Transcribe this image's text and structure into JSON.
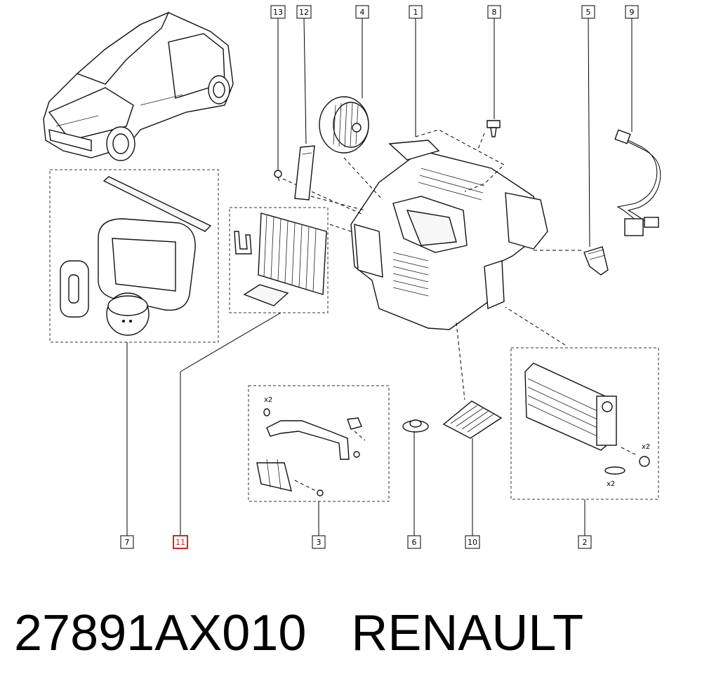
{
  "footer": {
    "part_number": "27891AX010",
    "brand": "RENAULT"
  },
  "callouts": [
    {
      "label": "13"
    },
    {
      "label": "12"
    },
    {
      "label": "4"
    },
    {
      "label": "1"
    },
    {
      "label": "8"
    },
    {
      "label": "5"
    },
    {
      "label": "9"
    },
    {
      "label": "7"
    },
    {
      "label": "11",
      "highlighted": true
    },
    {
      "label": "3"
    },
    {
      "label": "6"
    },
    {
      "label": "10"
    },
    {
      "label": "2"
    }
  ],
  "quantities": {
    "group3_top": "x2",
    "group2_screw": "x2",
    "group2_seal": "x2"
  },
  "colors": {
    "highlight": "#e02020",
    "ink": "#000000"
  }
}
